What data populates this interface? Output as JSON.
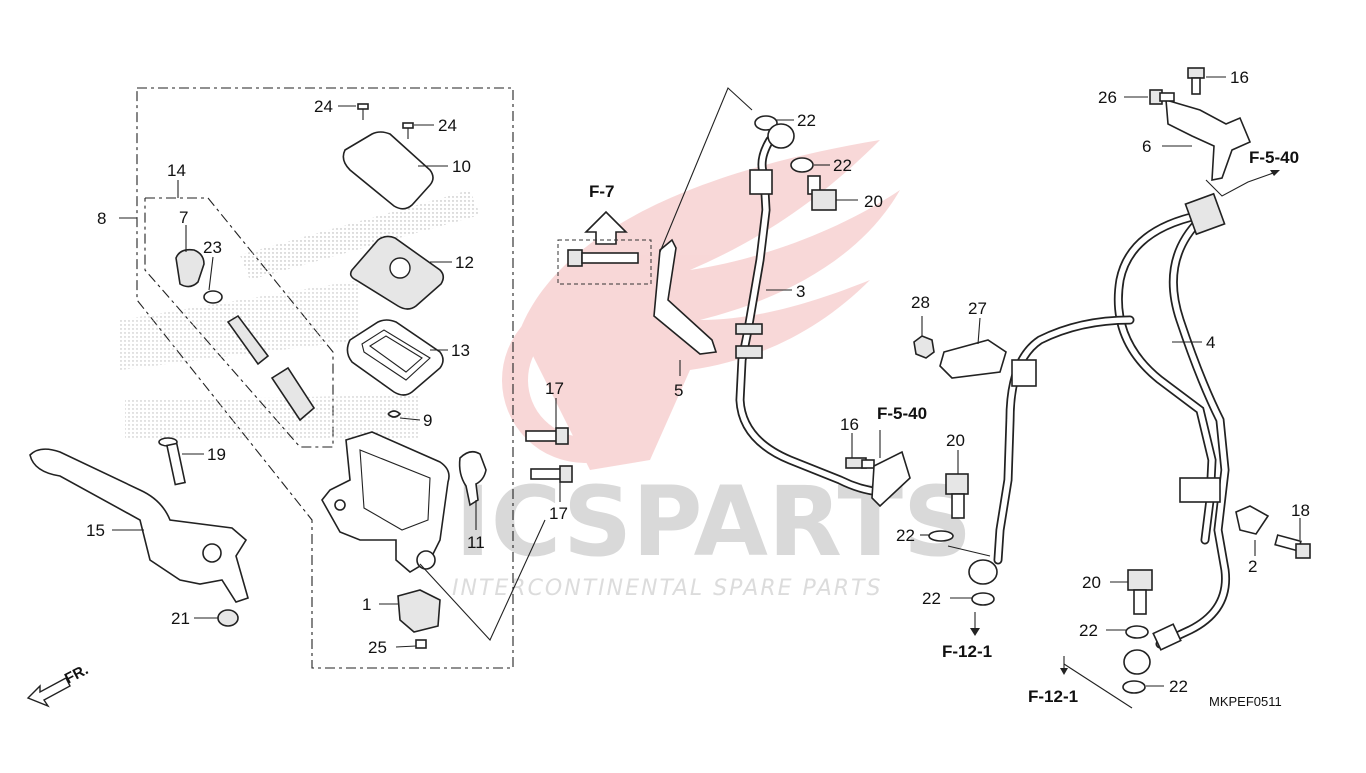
{
  "watermark": {
    "brand_big": "ICSPARTS",
    "brand_small": "INTERCONTINENTAL SPARE PARTS"
  },
  "diagram_code": "MKPEF0511",
  "front_marker": "FR.",
  "colors": {
    "watermark_logo": "#f3b8b8",
    "line": "#222222"
  },
  "callouts": [
    {
      "id": "c1",
      "text": "1"
    },
    {
      "id": "c2",
      "text": "2"
    },
    {
      "id": "c3",
      "text": "3"
    },
    {
      "id": "c4",
      "text": "4"
    },
    {
      "id": "c5",
      "text": "5"
    },
    {
      "id": "c6",
      "text": "6"
    },
    {
      "id": "c7",
      "text": "7"
    },
    {
      "id": "c8",
      "text": "8"
    },
    {
      "id": "c9",
      "text": "9"
    },
    {
      "id": "c10",
      "text": "10"
    },
    {
      "id": "c11",
      "text": "11"
    },
    {
      "id": "c12",
      "text": "12"
    },
    {
      "id": "c13",
      "text": "13"
    },
    {
      "id": "c14",
      "text": "14"
    },
    {
      "id": "c15",
      "text": "15"
    },
    {
      "id": "c16a",
      "text": "16"
    },
    {
      "id": "c16b",
      "text": "16"
    },
    {
      "id": "c17a",
      "text": "17"
    },
    {
      "id": "c17b",
      "text": "17"
    },
    {
      "id": "c18",
      "text": "18"
    },
    {
      "id": "c19",
      "text": "19"
    },
    {
      "id": "c20a",
      "text": "20"
    },
    {
      "id": "c20b",
      "text": "20"
    },
    {
      "id": "c20c",
      "text": "20"
    },
    {
      "id": "c21",
      "text": "21"
    },
    {
      "id": "c22a",
      "text": "22"
    },
    {
      "id": "c22b",
      "text": "22"
    },
    {
      "id": "c22c",
      "text": "22"
    },
    {
      "id": "c22d",
      "text": "22"
    },
    {
      "id": "c22e",
      "text": "22"
    },
    {
      "id": "c22f",
      "text": "22"
    },
    {
      "id": "c23",
      "text": "23"
    },
    {
      "id": "c24a",
      "text": "24"
    },
    {
      "id": "c24b",
      "text": "24"
    },
    {
      "id": "c25",
      "text": "25"
    },
    {
      "id": "c26",
      "text": "26"
    },
    {
      "id": "c27",
      "text": "27"
    },
    {
      "id": "c28",
      "text": "28"
    }
  ],
  "refs": {
    "f7": "F-7",
    "f540a": "F-5-40",
    "f540b": "F-5-40",
    "f121a": "F-12-1",
    "f121b": "F-12-1"
  }
}
